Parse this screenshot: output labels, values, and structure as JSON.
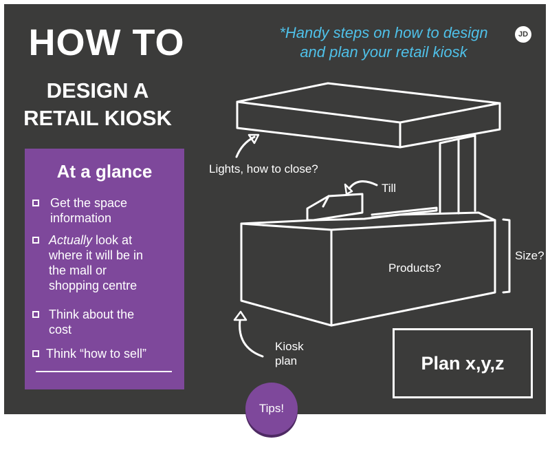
{
  "header": {
    "title": "HOW TO",
    "subtitle_line1": "DESIGN A",
    "subtitle_line2": "RETAIL KIOSK",
    "tagline_line1": "*Handy steps on how to design",
    "tagline_line2": "and plan your retail kiosk",
    "monogram": "JD"
  },
  "glance": {
    "title": "At a glance",
    "items": [
      {
        "lines": [
          "Get the space",
          "information"
        ]
      },
      {
        "emphasis": "Actually",
        "lines": [
          " look at",
          "where it will be in",
          "the mall or",
          "shopping centre"
        ]
      },
      {
        "lines": [
          "Think about the",
          "cost"
        ]
      },
      {
        "lines": [
          "Think “how to sell”"
        ]
      }
    ]
  },
  "sketch_labels": {
    "lights": "Lights, how to close?",
    "till": "Till",
    "products": "Products?",
    "size": "Size?",
    "kiosk_plan_line1": "Kiosk",
    "kiosk_plan_line2": "plan"
  },
  "plan_box": {
    "label": "Plan x,y,z"
  },
  "tips_button": {
    "label": "Tips!"
  },
  "colors": {
    "board": "#3b3b3a",
    "accent_purple": "#7e489b",
    "tagline_blue": "#4fc1e9",
    "line": "#ffffff"
  }
}
